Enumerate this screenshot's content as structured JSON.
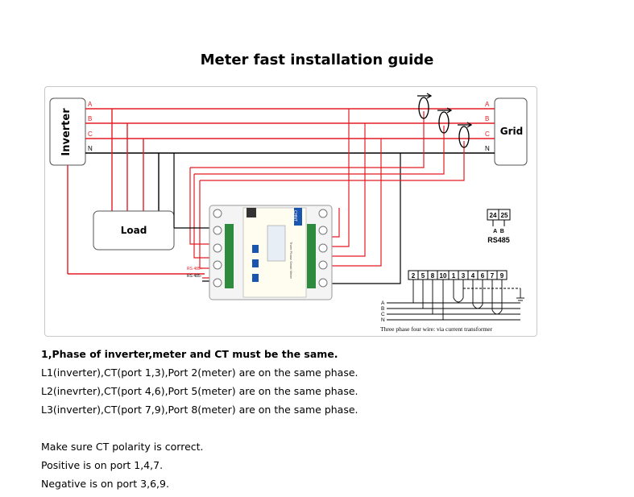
{
  "title": "Meter fast installation guide",
  "diagram": {
    "inverter_label": "Inverter",
    "grid_label": "Grid",
    "load_label": "Load",
    "phase_labels": [
      "A",
      "B",
      "C",
      "N"
    ],
    "rs485_plus": "RS 485+",
    "rs485_minus": "RS 485-",
    "rs485_terminals": [
      "24",
      "25"
    ],
    "rs485_ab": "A  B",
    "rs485_title": "RS485",
    "terminal_numbers": [
      "2",
      "5",
      "8",
      "10",
      "1",
      "3",
      "4",
      "6",
      "7",
      "9"
    ],
    "wiring_caption": "Three phase four wire: via current transformer",
    "meter_brand": "CHNT",
    "meter_model": "Three Phase Smart Meter",
    "colors": {
      "phase_wire": "#e41b23",
      "neutral_wire": "#000000",
      "frame": "#c8c8c8"
    }
  },
  "notes": {
    "heading": "1,Phase of inverter,meter and CT must be the same.",
    "line1": "L1(inverter),CT(port 1,3),Port 2(meter) are on the same phase.",
    "line2": "L2(inevrter),CT(port 4,6),Port 5(meter) are on the same phase.",
    "line3": "L3(inverter),CT(port 7,9),Port 8(meter) are on the same phase.",
    "line4": "Make sure CT polarity is correct.",
    "line5": "Positive is on port 1,4,7.",
    "line6": "Negative is on port 3,6,9."
  }
}
